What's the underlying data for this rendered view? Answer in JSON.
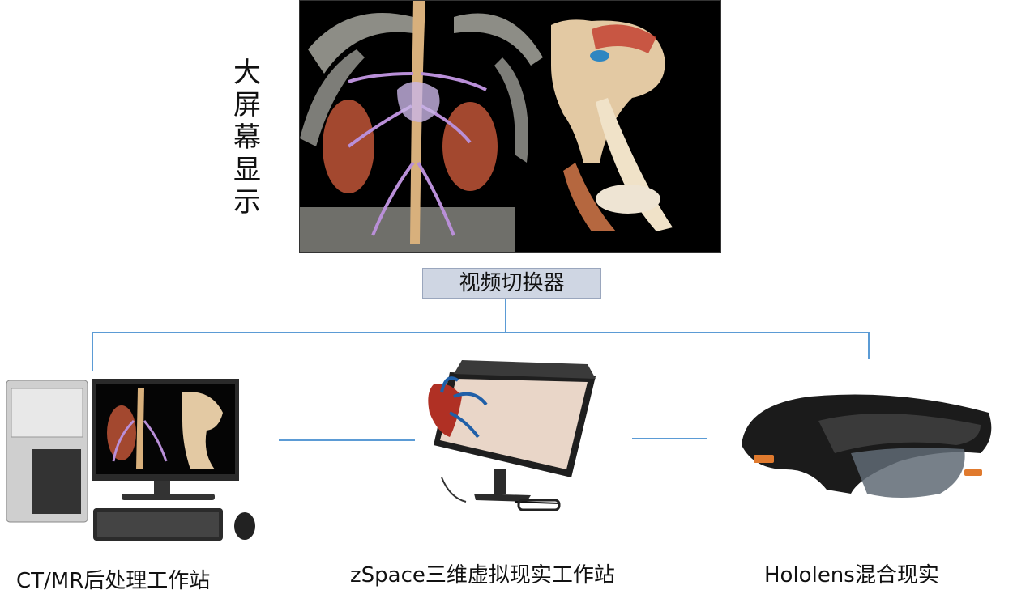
{
  "big_screen": {
    "label_chars": [
      "大",
      "屏",
      "幕",
      "显",
      "示"
    ]
  },
  "switcher": {
    "label": "视频切换器"
  },
  "devices": [
    {
      "caption": "CT/MR后处理工作站"
    },
    {
      "caption": "zSpace三维虚拟现实工作站"
    },
    {
      "caption": "Hololens混合现实"
    }
  ],
  "colors": {
    "connector": "#5b9bd5",
    "switcher_fill": "#cfd6e3"
  }
}
